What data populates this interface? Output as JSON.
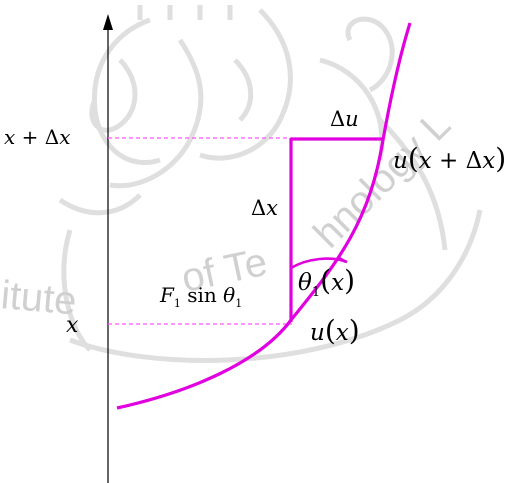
{
  "labels": {
    "x_plus_dx": {
      "italic": "x",
      "rest": " + Δ",
      "italic2": "x"
    },
    "x": "x",
    "du": {
      "delta": "Δ",
      "var": "u"
    },
    "dx": {
      "delta": "Δ",
      "var": "x"
    },
    "u_x_plus_dx": {
      "fn": "u",
      "open": "(",
      "arg": "x",
      "plus": " + Δ",
      "arg2": "x",
      "close": ")"
    },
    "u_x": {
      "fn": "u",
      "open": "(",
      "arg": "x",
      "close": ")"
    },
    "theta1_x": {
      "theta": "θ",
      "sub": "1",
      "open": "(",
      "arg": "x",
      "close": ")"
    },
    "force": {
      "f": "F",
      "sub": "1",
      "sin": " sin ",
      "theta": "θ",
      "sub2": "1"
    }
  },
  "watermark": {
    "text_left": "itute",
    "text_mid": "of  Te",
    "text_right": "hnology  L"
  },
  "colors": {
    "curve": "#e000e0",
    "dashed": "#ff55ff",
    "axis": "#000000",
    "watermark": "#d0d0d0"
  }
}
